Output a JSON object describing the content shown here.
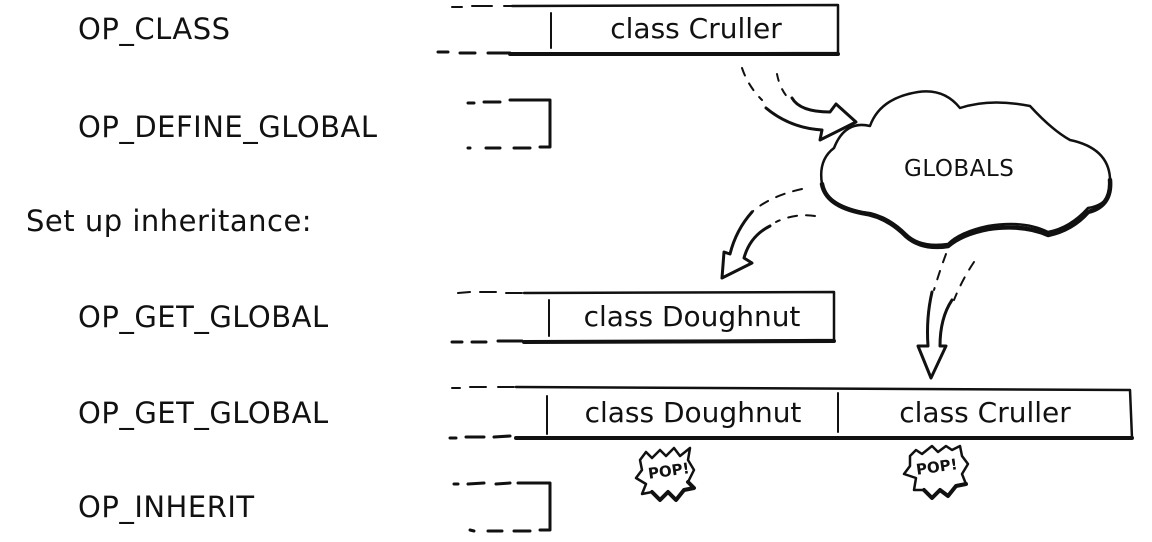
{
  "instructions": [
    {
      "label": "OP_CLASS"
    },
    {
      "label": "OP_DEFINE_GLOBAL"
    },
    {
      "label": "OP_GET_GLOBAL"
    },
    {
      "label": "OP_GET_GLOBAL"
    },
    {
      "label": "OP_INHERIT"
    }
  ],
  "section_label": "Set up inheritance:",
  "stack_rows": {
    "op_class": [
      "class Cruller"
    ],
    "op_define_global": [],
    "op_get_global_1": [
      "class Doughnut"
    ],
    "op_get_global_2": [
      "class Doughnut",
      "class Cruller"
    ],
    "op_inherit": []
  },
  "globals_cloud": {
    "label": "GLOBALS"
  },
  "pop_labels": [
    "POP!",
    "POP!"
  ]
}
